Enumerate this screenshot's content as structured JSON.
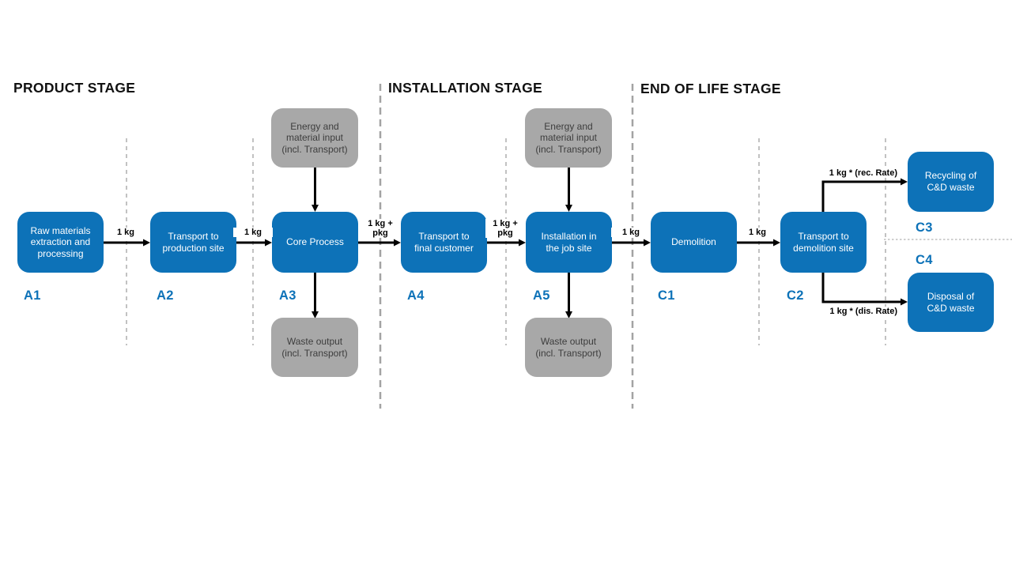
{
  "colors": {
    "process_blue": "#0d72b8",
    "aux_gray": "#a8a8a8",
    "divider_light": "#c2c2c2",
    "divider_stage": "#a3a3a3",
    "arrow_black": "#000000"
  },
  "headings": {
    "product": "PRODUCT STAGE",
    "installation": "INSTALLATION STAGE",
    "end_of_life": "END OF LIFE STAGE"
  },
  "process_boxes": {
    "a1": {
      "code": "A1",
      "text": "Raw materials\nextraction and\nprocessing"
    },
    "a2": {
      "code": "A2",
      "text": "Transport to\nproduction site"
    },
    "a3": {
      "code": "A3",
      "text": "Core Process"
    },
    "a4": {
      "code": "A4",
      "text": "Transport to\nfinal customer"
    },
    "a5": {
      "code": "A5",
      "text": "Installation in\nthe job site"
    },
    "c1": {
      "code": "C1",
      "text": "Demolition"
    },
    "c2": {
      "code": "C2",
      "text": "Transport to\ndemolition site"
    },
    "c3": {
      "code": "C3",
      "text": "Recycling of\nC&D waste"
    },
    "c4": {
      "code": "C4",
      "text": "Disposal of\nC&D waste"
    }
  },
  "aux_boxes": {
    "energy_a3": {
      "text": "Energy and\nmaterial input\n(incl. Transport)"
    },
    "energy_a5": {
      "text": "Energy and\nmaterial input\n(incl. Transport)"
    },
    "waste_a3": {
      "text": "Waste output\n(incl. Transport)"
    },
    "waste_a5": {
      "text": "Waste output\n(incl. Transport)"
    }
  },
  "flow_labels": {
    "a1_a2": "1 kg",
    "a2_a3": "1 kg",
    "a3_a4": "1 kg +\npkg",
    "a4_a5": "1 kg +\npkg",
    "a5_c1": "1 kg",
    "c1_c2": "1 kg",
    "c2_c3": "1 kg * (rec. Rate)",
    "c2_c4": "1 kg * (dis. Rate)"
  }
}
